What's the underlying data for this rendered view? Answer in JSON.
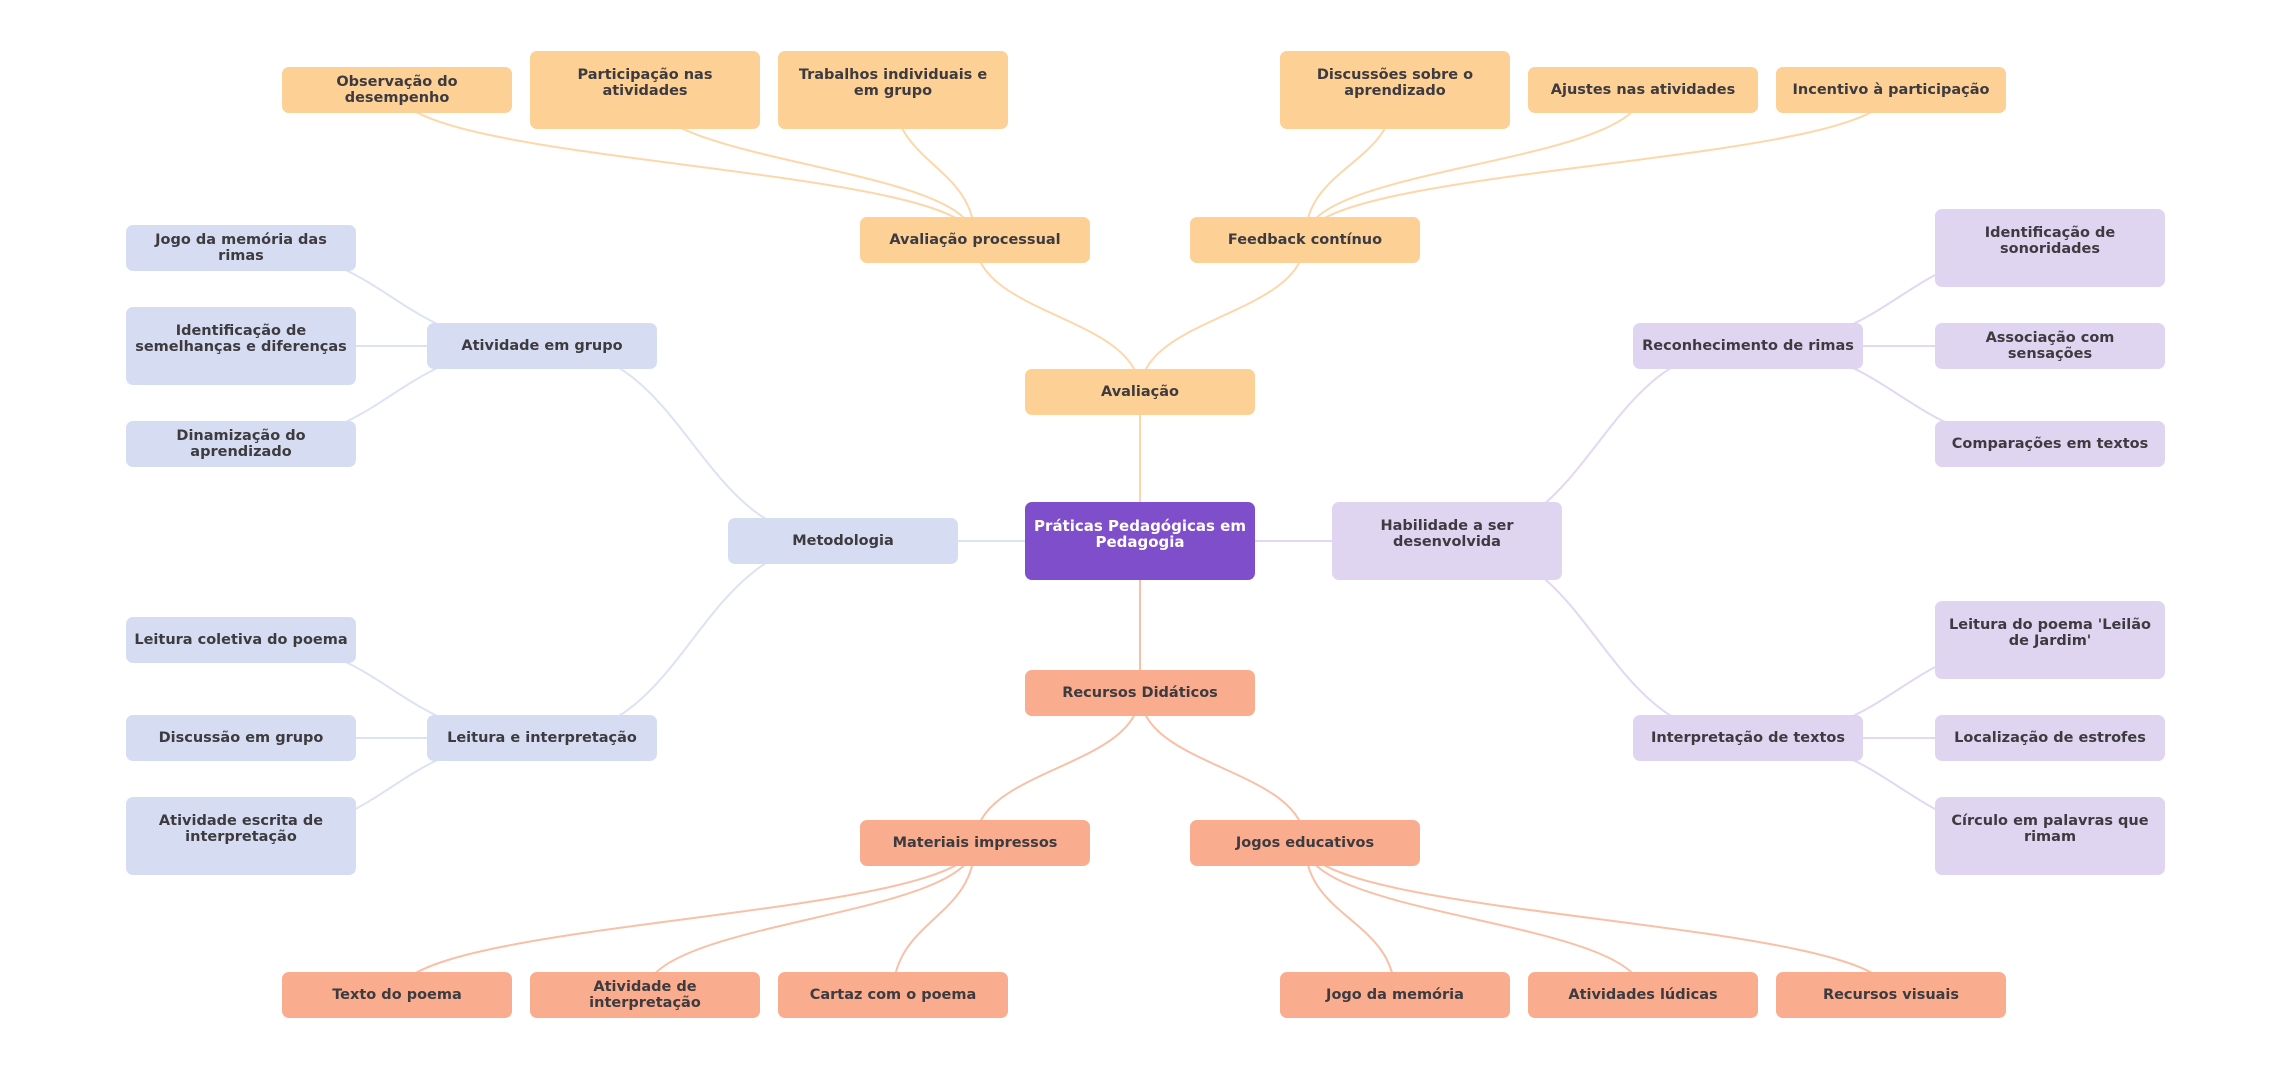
{
  "mindmap": {
    "root": {
      "label": "Práticas Pedagógicas em Pedagogia"
    },
    "colors": {
      "root": "#7e4ecb",
      "avaliacao": "#fdd095",
      "metodologia": "#d6ddf2",
      "habilidade": "#e0d5f1",
      "recursos": "#f9ad8e",
      "edge_avaliacao": "#fdd7aa",
      "edge_metodologia": "#dde3f3",
      "edge_habilidade": "#e2d8f3",
      "edge_recursos": "#f8c0a6",
      "text": "#3d3b3f"
    },
    "avaliacao": {
      "label": "Avaliação",
      "children": [
        {
          "label": "Avaliação processual",
          "children": [
            {
              "label": "Observação do desempenho"
            },
            {
              "label": "Participação nas atividades"
            },
            {
              "label": "Trabalhos individuais e em grupo"
            }
          ]
        },
        {
          "label": "Feedback contínuo",
          "children": [
            {
              "label": "Discussões sobre o aprendizado"
            },
            {
              "label": "Ajustes nas atividades"
            },
            {
              "label": "Incentivo à participação"
            }
          ]
        }
      ]
    },
    "metodologia": {
      "label": "Metodologia",
      "children": [
        {
          "label": "Atividade em grupo",
          "children": [
            {
              "label": "Jogo da memória das rimas"
            },
            {
              "label": "Identificação de semelhanças e diferenças"
            },
            {
              "label": "Dinamização do aprendizado"
            }
          ]
        },
        {
          "label": "Leitura e interpretação",
          "children": [
            {
              "label": "Leitura coletiva do poema"
            },
            {
              "label": "Discussão em grupo"
            },
            {
              "label": "Atividade escrita de interpretação"
            }
          ]
        }
      ]
    },
    "habilidade": {
      "label": "Habilidade a ser desenvolvida",
      "children": [
        {
          "label": "Reconhecimento de rimas",
          "children": [
            {
              "label": "Identificação de sonoridades"
            },
            {
              "label": "Associação com sensações"
            },
            {
              "label": "Comparações em textos"
            }
          ]
        },
        {
          "label": "Interpretação de textos",
          "children": [
            {
              "label": "Leitura do poema 'Leilão de Jardim'"
            },
            {
              "label": "Localização de estrofes"
            },
            {
              "label": "Círculo em palavras que rimam"
            }
          ]
        }
      ]
    },
    "recursos": {
      "label": "Recursos Didáticos",
      "children": [
        {
          "label": "Materiais impressos",
          "children": [
            {
              "label": "Texto do poema"
            },
            {
              "label": "Atividade de interpretação"
            },
            {
              "label": "Cartaz com o poema"
            }
          ]
        },
        {
          "label": "Jogos educativos",
          "children": [
            {
              "label": "Jogo da memória"
            },
            {
              "label": "Atividades lúdicas"
            },
            {
              "label": "Recursos visuais"
            }
          ]
        }
      ]
    }
  }
}
